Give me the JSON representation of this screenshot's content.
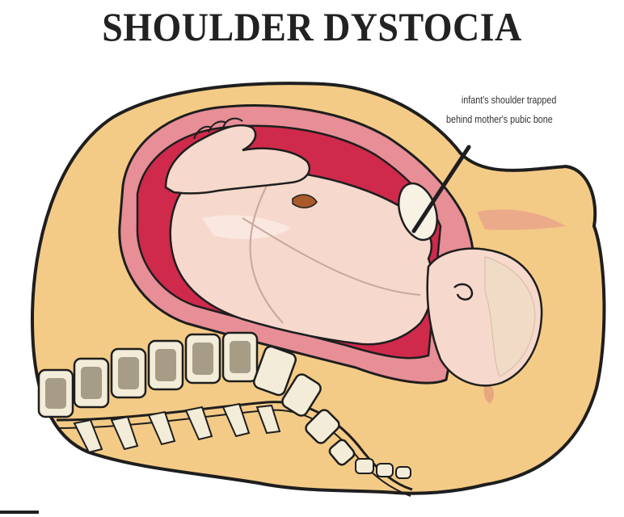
{
  "title": "SHOULDER DYSTOCIA",
  "annotation": {
    "line1": "infant's shoulder trapped",
    "line2": "behind mother's pubic bone"
  },
  "colors": {
    "body": "#f4cb86",
    "uterus_wall": "#e78e96",
    "uterus_inner": "#cf2a4c",
    "baby_skin": "#f6d8cc",
    "bone": "#f2ecd8",
    "outline": "#1e1e1e"
  },
  "icons": [
    "pointer-line",
    "pubic-bone",
    "vertebra"
  ]
}
